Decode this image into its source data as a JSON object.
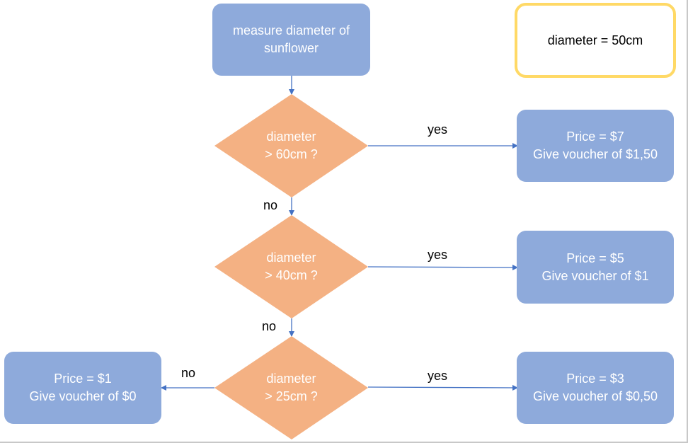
{
  "colors": {
    "process_fill": "#8eaadb",
    "decision_fill": "#f4b183",
    "note_border": "#ffd966",
    "arrow": "#4472c4"
  },
  "start": {
    "line1": "measure diameter of",
    "line2": "sunflower"
  },
  "note": {
    "text": "diameter = 50cm"
  },
  "decisions": [
    {
      "line1": "diameter",
      "line2": "> 60cm ?"
    },
    {
      "line1": "diameter",
      "line2": "> 40cm ?"
    },
    {
      "line1": "diameter",
      "line2": "> 25cm ?"
    }
  ],
  "outcomes": [
    {
      "price": "Price =  $7",
      "voucher": "Give voucher of $1,50"
    },
    {
      "price": "Price =  $5",
      "voucher": "Give voucher of $1"
    },
    {
      "price": "Price =  $3",
      "voucher": "Give voucher of $0,50"
    },
    {
      "price": "Price =  $1",
      "voucher": "Give voucher of $0"
    }
  ],
  "labels": {
    "yes_1": "yes",
    "yes_2": "yes",
    "yes_3": "yes",
    "no_1": "no",
    "no_2": "no",
    "no_3": "no"
  }
}
